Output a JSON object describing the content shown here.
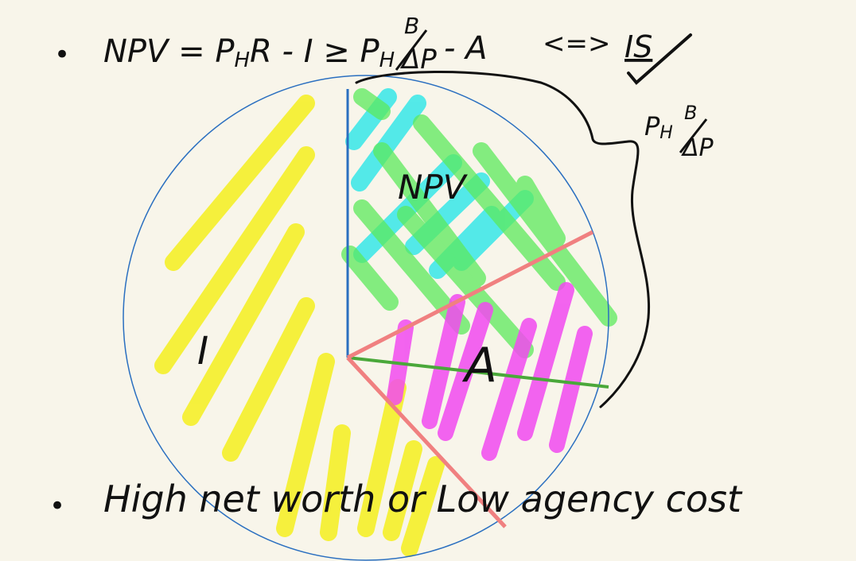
{
  "equation": {
    "bullet": "•",
    "lhs": "NPV = P",
    "lhs_sub": "H",
    "lhs_rest": "R - I ≥ P",
    "rhs_sub": "H",
    "fraction_num": "B",
    "fraction_den": "ΔP",
    "rhs_rest": "- A",
    "iff": "<=>",
    "note": "IS"
  },
  "brace_label": {
    "main": "P",
    "sub": "H",
    "num": "B",
    "den": "ΔP"
  },
  "regions": {
    "npv": "NPV",
    "investment": "I",
    "agency": "A"
  },
  "bottom_note": {
    "bullet": "•",
    "text": "High net worth or Low agency cost"
  },
  "colors": {
    "background": "#f8f5ea",
    "circle": "#2a6fc0",
    "yellow": "#f5f02a",
    "cyan": "#37e8e8",
    "green": "#5cea5c",
    "magenta": "#f24af0",
    "salmon": "#f08080",
    "ink": "#111111"
  }
}
